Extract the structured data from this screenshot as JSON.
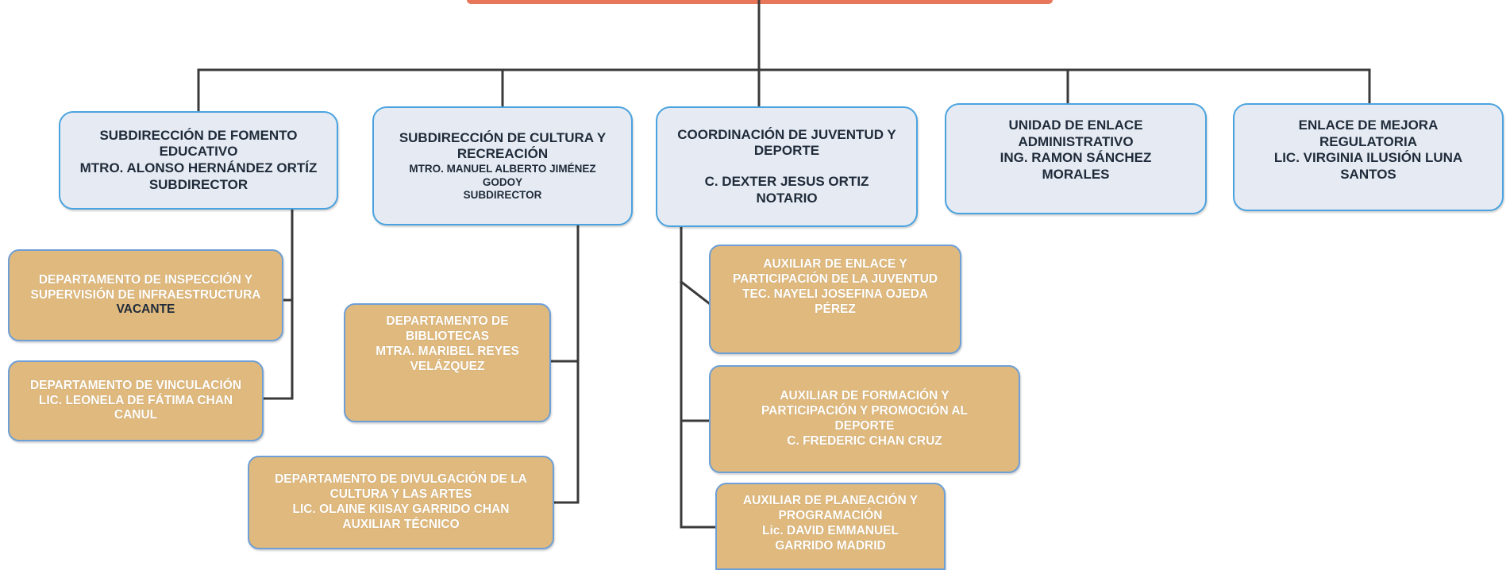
{
  "nodes": {
    "fomento": {
      "title": "SUBDIRECCIÓN DE FOMENTO EDUCATIVO",
      "name": "MTRO. ALONSO HERNÁNDEZ ORTÍZ",
      "role": "SUBDIRECTOR"
    },
    "cultura": {
      "title": "SUBDIRECCIÓN DE CULTURA Y RECREACIÓN",
      "name": "MTRO. MANUEL ALBERTO JIMÉNEZ GODOY",
      "role": "SUBDIRECTOR"
    },
    "juventud": {
      "title": "COORDINACIÓN DE JUVENTUD Y DEPORTE",
      "name": "C. DEXTER JESUS ORTIZ NOTARIO"
    },
    "enlace_admin": {
      "title": "UNIDAD DE ENLACE ADMINISTRATIVO",
      "name": "ING. RAMON SÁNCHEZ MORALES"
    },
    "mejora": {
      "title": "ENLACE DE MEJORA REGULATORIA",
      "name": "LIC. VIRGINIA ILUSIÓN LUNA SANTOS"
    },
    "inspeccion": {
      "title": "DEPARTAMENTO DE INSPECCIÓN Y SUPERVISIÓN DE INFRAESTRUCTURA",
      "name": "VACANTE"
    },
    "vinculacion": {
      "title": "DEPARTAMENTO DE VINCULACIÓN",
      "name": "LIC. LEONELA DE FÁTIMA CHAN CANUL"
    },
    "bibliotecas": {
      "title": "DEPARTAMENTO DE BIBLIOTECAS",
      "name": "MTRA. MARIBEL REYES VELÁZQUEZ"
    },
    "divulgacion": {
      "title": "DEPARTAMENTO DE DIVULGACIÓN DE LA CULTURA Y LAS ARTES",
      "name": "LIC. OLAINE KIISAY GARRIDO CHAN",
      "role": "AUXILIAR TÉCNICO"
    },
    "aux_enlace": {
      "title": "AUXILIAR DE ENLACE Y PARTICIPACIÓN DE LA JUVENTUD",
      "name": "TEC. NAYELI JOSEFINA OJEDA PÉREZ"
    },
    "aux_formacion": {
      "title": "AUXILIAR DE FORMACIÓN Y PARTICIPACIÓN Y PROMOCIÓN AL DEPORTE",
      "name": "C. FREDERIC CHAN CRUZ"
    },
    "aux_planeacion": {
      "title": "AUXILIAR DE PLANEACIÓN Y PROGRAMACIÓN",
      "name": "Lic. DAVID EMMANUEL GARRIDO MADRID"
    }
  },
  "colors": {
    "head_fill": "#e6ebf3",
    "head_border": "#4aa3df",
    "dept_fill": "#dfb97d",
    "dept_border": "#6e9fd6",
    "connector": "#3a3a3a",
    "top_bar": "#e8765a"
  }
}
